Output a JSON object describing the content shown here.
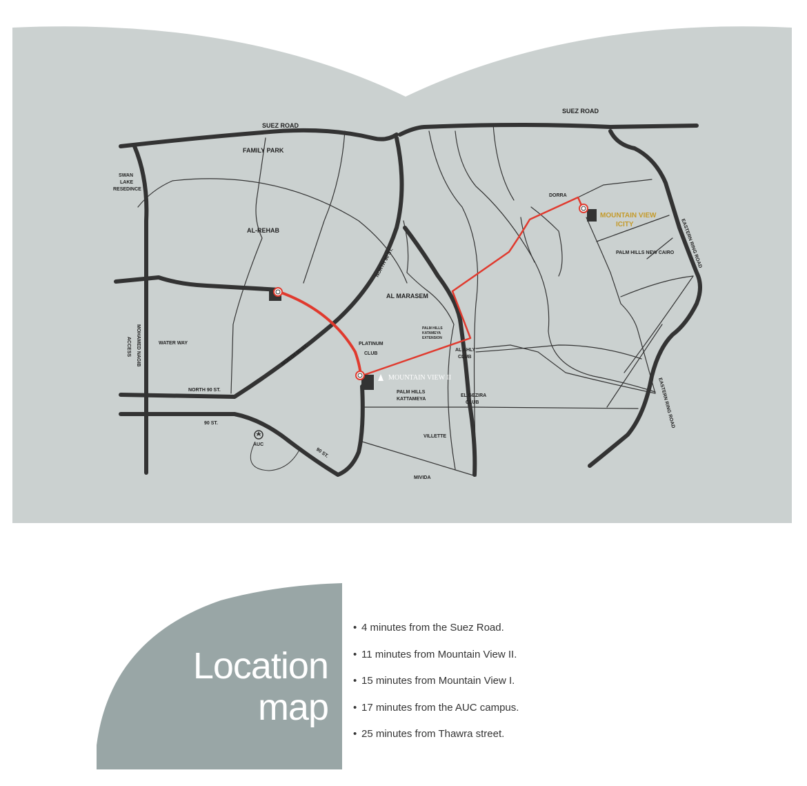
{
  "colors": {
    "map_background": "#cbd1d0",
    "road": "#333333",
    "route": "#e03a2e",
    "project_highlight": "#c49a2a",
    "title_panel": "#99a6a6"
  },
  "map": {
    "labels": {
      "suez_road_west": "SUEZ ROAD",
      "suez_road_east": "SUEZ ROAD",
      "family_park": "FAMILY PARK",
      "swan_lake_1": "SWAN",
      "swan_lake_2": "LAKE",
      "swan_lake_3": "RESEDINCE",
      "al_rehab": "AL-REHAB",
      "north_90_diag": "NORTH 90 ST.",
      "north_90_lower": "NORTH 90 ST.",
      "north_90_west": "NORTH 90 ST.",
      "al_marasem": "AL MARASEM",
      "mohamed_nagib_1": "MOHAMED NAGIB",
      "mohamed_nagib_2": "ACCESS",
      "water_way": "WATER WAY",
      "platinum_club_1": "PLATINUM",
      "platinum_club_2": "CLUB",
      "palm_hills_ext_1": "PALM HILLS",
      "palm_hills_ext_2": "KATAMEYA",
      "palm_hills_ext_3": "EXTENSION",
      "al_ahly_1": "AL AHLY",
      "al_ahly_2": "CLUB",
      "mountain_view_ii": "MOUNTAIN VIEW II",
      "palm_hills_kat_1": "PALM HILLS",
      "palm_hills_kat_2": "KATTAMEYA",
      "el_gezira_1": "EL GEZIRA",
      "el_gezira_2": "CLUB",
      "st_90": "90 ST.",
      "st_90_diag": "90 ST.",
      "auc": "AUC",
      "villette": "VILLETTE",
      "mivida": "MIVIDA",
      "dorra": "DORRA",
      "mv_icity_1": "MOUNTAIN VIEW",
      "mv_icity_2": "ICITY",
      "palm_hills_new_cairo": "PALM HILLS NEW CAIRO",
      "eastern_ring_north": "EASTERN RING ROAD",
      "eastern_ring_south": "EASTERN RING ROAD"
    }
  },
  "location": {
    "title_line1": "Location",
    "title_line2": "map",
    "bullet_symbol": "•",
    "bullets": [
      "4 minutes from the Suez Road.",
      "11 minutes from Mountain View II.",
      "15 minutes from Mountain View I.",
      "17 minutes from the AUC campus.",
      "25 minutes from Thawra street."
    ]
  }
}
